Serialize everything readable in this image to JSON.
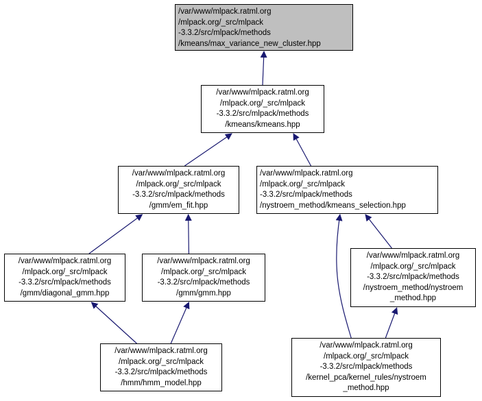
{
  "diagram": {
    "colors": {
      "edge": "#191970",
      "node_border": "#000000",
      "root_fill": "#bfbfbf",
      "node_fill": "#ffffff"
    },
    "nodes": {
      "max_variance": [
        "/var/www/mlpack.ratml.org",
        "/mlpack.org/_src/mlpack",
        "-3.3.2/src/mlpack/methods",
        "/kmeans/max_variance_new_cluster.hpp"
      ],
      "kmeans": [
        "/var/www/mlpack.ratml.org",
        "/mlpack.org/_src/mlpack",
        "-3.3.2/src/mlpack/methods",
        "/kmeans/kmeans.hpp"
      ],
      "em_fit": [
        "/var/www/mlpack.ratml.org",
        "/mlpack.org/_src/mlpack",
        "-3.3.2/src/mlpack/methods",
        "/gmm/em_fit.hpp"
      ],
      "kmeans_selection": [
        "/var/www/mlpack.ratml.org",
        "/mlpack.org/_src/mlpack",
        "-3.3.2/src/mlpack/methods",
        "/nystroem_method/kmeans_selection.hpp"
      ],
      "diagonal_gmm": [
        "/var/www/mlpack.ratml.org",
        "/mlpack.org/_src/mlpack",
        "-3.3.2/src/mlpack/methods",
        "/gmm/diagonal_gmm.hpp"
      ],
      "gmm": [
        "/var/www/mlpack.ratml.org",
        "/mlpack.org/_src/mlpack",
        "-3.3.2/src/mlpack/methods",
        "/gmm/gmm.hpp"
      ],
      "nystroem_method": [
        "/var/www/mlpack.ratml.org",
        "/mlpack.org/_src/mlpack",
        "-3.3.2/src/mlpack/methods",
        "/nystroem_method/nystroem",
        "_method.hpp"
      ],
      "hmm_model": [
        "/var/www/mlpack.ratml.org",
        "/mlpack.org/_src/mlpack",
        "-3.3.2/src/mlpack/methods",
        "/hmm/hmm_model.hpp"
      ],
      "kernel_nystroem": [
        "/var/www/mlpack.ratml.org",
        "/mlpack.org/_src/mlpack",
        "-3.3.2/src/mlpack/methods",
        "/kernel_pca/kernel_rules/nystroem",
        "_method.hpp"
      ]
    },
    "edges": [
      {
        "from": "kmeans",
        "to": "max_variance"
      },
      {
        "from": "em_fit",
        "to": "kmeans"
      },
      {
        "from": "kmeans_selection",
        "to": "kmeans"
      },
      {
        "from": "diagonal_gmm",
        "to": "em_fit"
      },
      {
        "from": "gmm",
        "to": "em_fit"
      },
      {
        "from": "hmm_model",
        "to": "diagonal_gmm"
      },
      {
        "from": "hmm_model",
        "to": "gmm"
      },
      {
        "from": "nystroem_method",
        "to": "kmeans_selection"
      },
      {
        "from": "kernel_nystroem",
        "to": "kmeans_selection"
      },
      {
        "from": "kernel_nystroem",
        "to": "nystroem_method"
      }
    ]
  }
}
